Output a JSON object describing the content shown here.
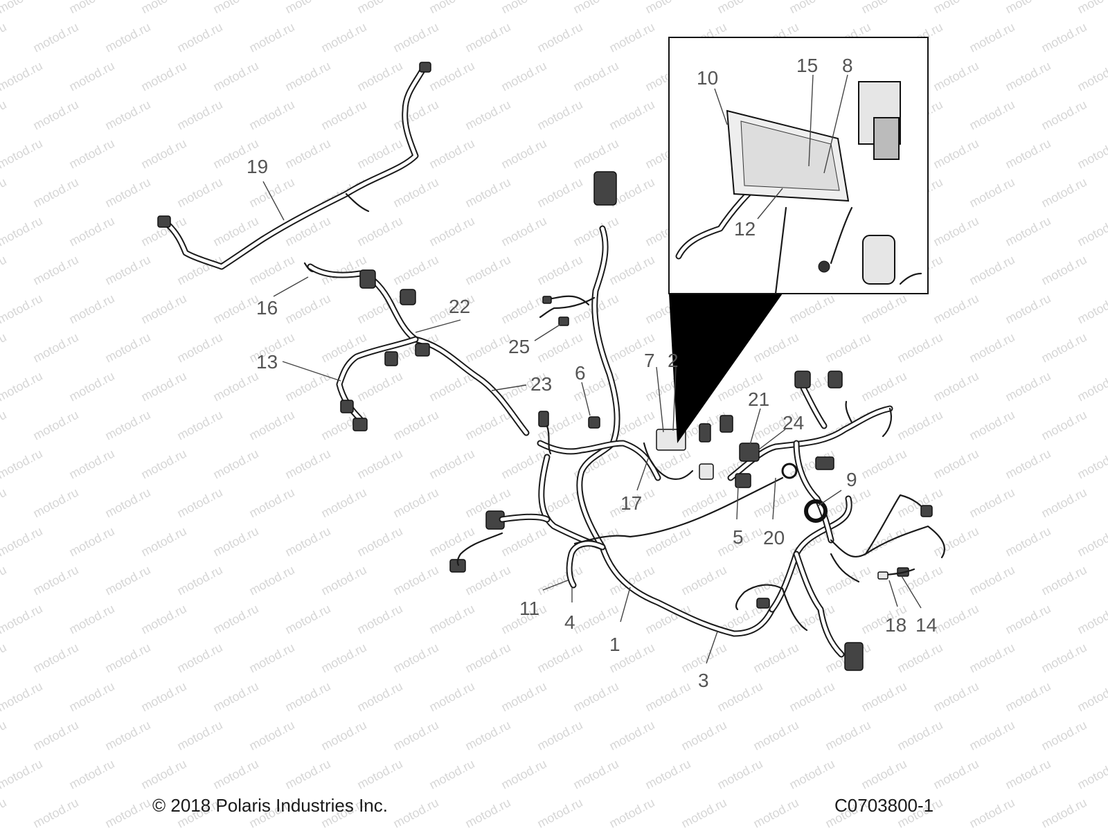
{
  "watermark": "motod.ru",
  "callouts": [
    "1",
    "2",
    "3",
    "4",
    "5",
    "6",
    "7",
    "8",
    "9",
    "10",
    "11",
    "12",
    "13",
    "14",
    "15",
    "16",
    "17",
    "18",
    "19",
    "20",
    "21",
    "22",
    "23",
    "24",
    "25"
  ],
  "copyright": "© 2018 Polaris Industries Inc.",
  "diagram_code": "C0703800-1",
  "colors": {
    "line": "#1a1a1a",
    "callout": "#555555",
    "watermark": "#d6d6d6"
  }
}
